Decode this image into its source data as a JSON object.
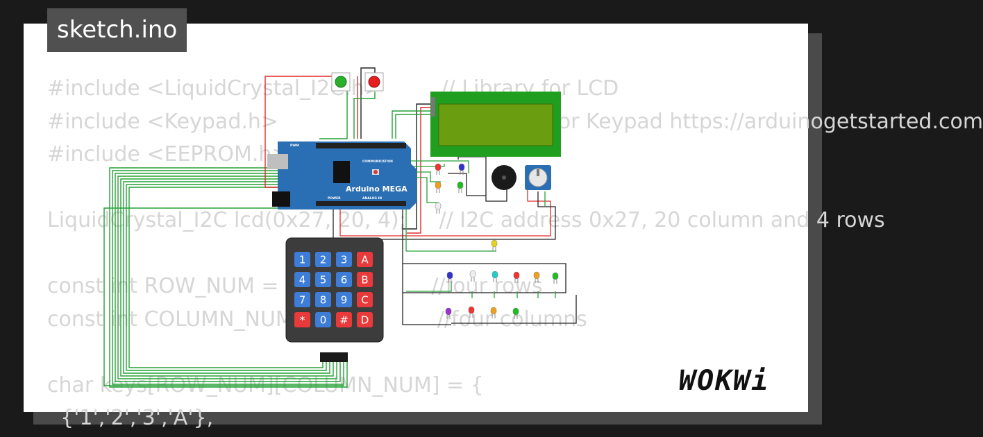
{
  "tab": {
    "title": "sketch.ino"
  },
  "code": {
    "lines": [
      "#include <LiquidCrystal_I2C.h>         // Library for LCD",
      "#include <Keypad.h>                          // Library for Keypad https://arduinogetstarted.com",
      "#include <EEPROM.h>",
      "",
      "LiquidCrystal_I2C lcd(0x27, 20, 4);     // I2C address 0x27, 20 column and 4 rows",
      "",
      "const int ROW_NUM = 4;                   //four rows",
      "const int COLUMN_NUM = 4;              //four columns",
      "",
      "char keys[ROW_NUM][COLUMN_NUM] = {",
      "  {'1','2','3','A'},"
    ]
  },
  "board": {
    "name": "Arduino MEGA",
    "communication_label": "COMMUNICATION",
    "power_label": "POWER",
    "analog_label": "ANALOG IN",
    "pwm_label": "PWM"
  },
  "keypad": {
    "keys": [
      "1",
      "2",
      "3",
      "A",
      "4",
      "5",
      "6",
      "B",
      "7",
      "8",
      "9",
      "C",
      "*",
      "0",
      "#",
      "D"
    ]
  },
  "colors": {
    "board_blue": "#2a6eb3",
    "lcd_green": "#1f9e1f",
    "lcd_screen": "#6a9d10",
    "wire_green": "#23a035",
    "wire_red": "#e02b2b",
    "wire_black": "#222222",
    "key_blue": "#3d7dd8",
    "key_red": "#e83a3a"
  },
  "logo": {
    "text": "WOKWi"
  }
}
